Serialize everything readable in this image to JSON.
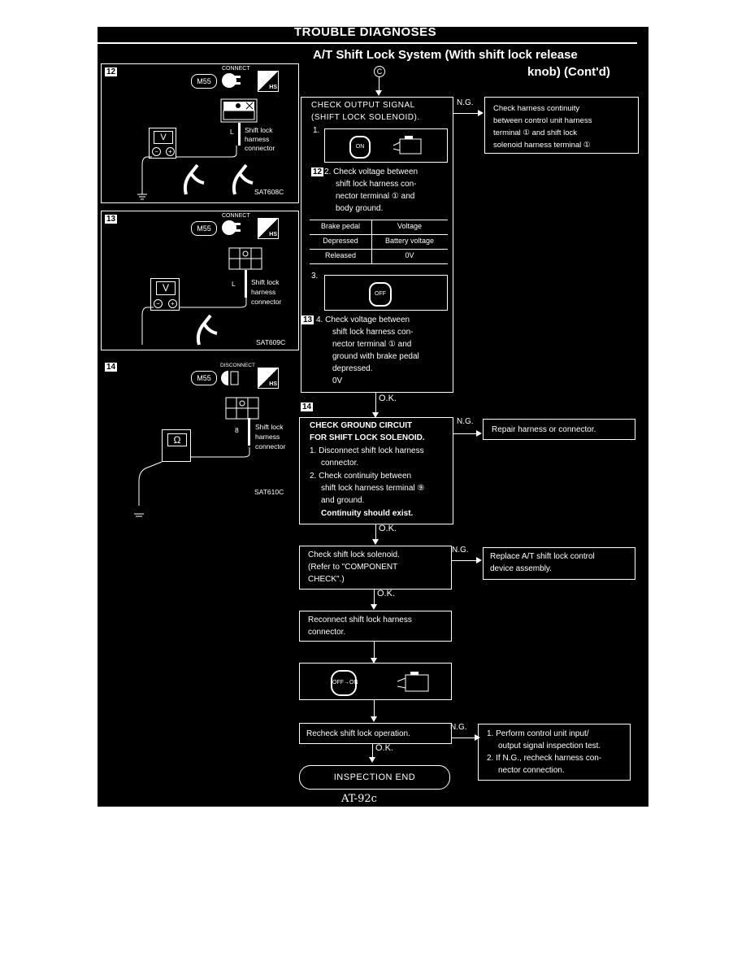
{
  "header": {
    "title": "TROUBLE DIAGNOSES",
    "subtitle_line1": "A/T Shift Lock System (With shift lock release",
    "subtitle_line2": "knob) (Cont'd)",
    "connector_mark": "C"
  },
  "panels": [
    {
      "step": "12",
      "connect_label": "CONNECT",
      "mode_label": "HS",
      "tool": "M55",
      "meter": "V",
      "terminal": "L",
      "connector_label": [
        "Shift lock",
        "harness",
        "connector"
      ],
      "figure_code": "SAT608C"
    },
    {
      "step": "13",
      "connect_label": "CONNECT",
      "mode_label": "HS",
      "tool": "M55",
      "meter": "V",
      "terminal": "L",
      "connector_label": [
        "Shift lock",
        "harness",
        "connector"
      ],
      "figure_code": "SAT609C"
    },
    {
      "step": "14",
      "connect_label": "DISCONNECT",
      "mode_label": "HS",
      "tool": "M55",
      "meter": "Ω",
      "terminal": "8",
      "connector_label": [
        "Shift lock",
        "harness",
        "connector"
      ],
      "figure_code": "SAT610C"
    }
  ],
  "flow": {
    "check_output": {
      "title1": "CHECK OUTPUT SIGNAL",
      "title2": "(SHIFT LOCK SOLENOID).",
      "item1": "1.",
      "icon1_label": "ON",
      "step2_tag": "12",
      "item2": [
        "2. Check voltage between",
        "shift lock harness con-",
        "nector terminal ① and",
        "body ground."
      ],
      "table_headers": [
        "Brake pedal",
        "Voltage"
      ],
      "table_rows": [
        [
          "Depressed",
          "Battery voltage"
        ],
        [
          "Released",
          "0V"
        ]
      ],
      "item3": "3.",
      "icon3_label": "OFF",
      "step4_tag": "13",
      "item4": [
        "4. Check voltage between",
        "shift lock harness con-",
        "nector terminal ① and",
        "ground with brake pedal",
        "depressed."
      ],
      "result": "0V"
    },
    "ng1": "N.G.",
    "ng1_box": [
      "Check harness continuity",
      "between control unit harness",
      "terminal ① and shift lock",
      "solenoid harness terminal ①"
    ],
    "ok1": "O.K.",
    "step14_tag": "14",
    "check_ground": {
      "title1": "CHECK GROUND CIRCUIT",
      "title2": "FOR SHIFT LOCK SOLENOID.",
      "lines": [
        "1. Disconnect shift lock harness",
        "connector.",
        "2. Check continuity between",
        "shift lock harness terminal ⑨",
        "and ground.",
        "Continuity should exist."
      ]
    },
    "ng2": "N.G.",
    "ng2_box": "Repair harness or connector.",
    "ok2": "O.K.",
    "check_solenoid": [
      "Check shift lock solenoid.",
      "(Refer to \"COMPONENT",
      "CHECK\".)"
    ],
    "ng3": "N.G.",
    "ng3_box": [
      "Replace A/T shift lock control",
      "device assembly."
    ],
    "ok3": "O.K.",
    "reconnect": [
      "Reconnect shift lock harness",
      "connector."
    ],
    "ignition_label": "OFF→ON",
    "recheck": "Recheck shift lock operation.",
    "ng4": "N.G.",
    "ng4_box": [
      "1. Perform control unit input/",
      "output signal inspection test.",
      "2. If N.G., recheck harness con-",
      "nector connection."
    ],
    "ok4": "O.K.",
    "end": "INSPECTION END"
  },
  "footer": {
    "page": "AT-92c"
  }
}
